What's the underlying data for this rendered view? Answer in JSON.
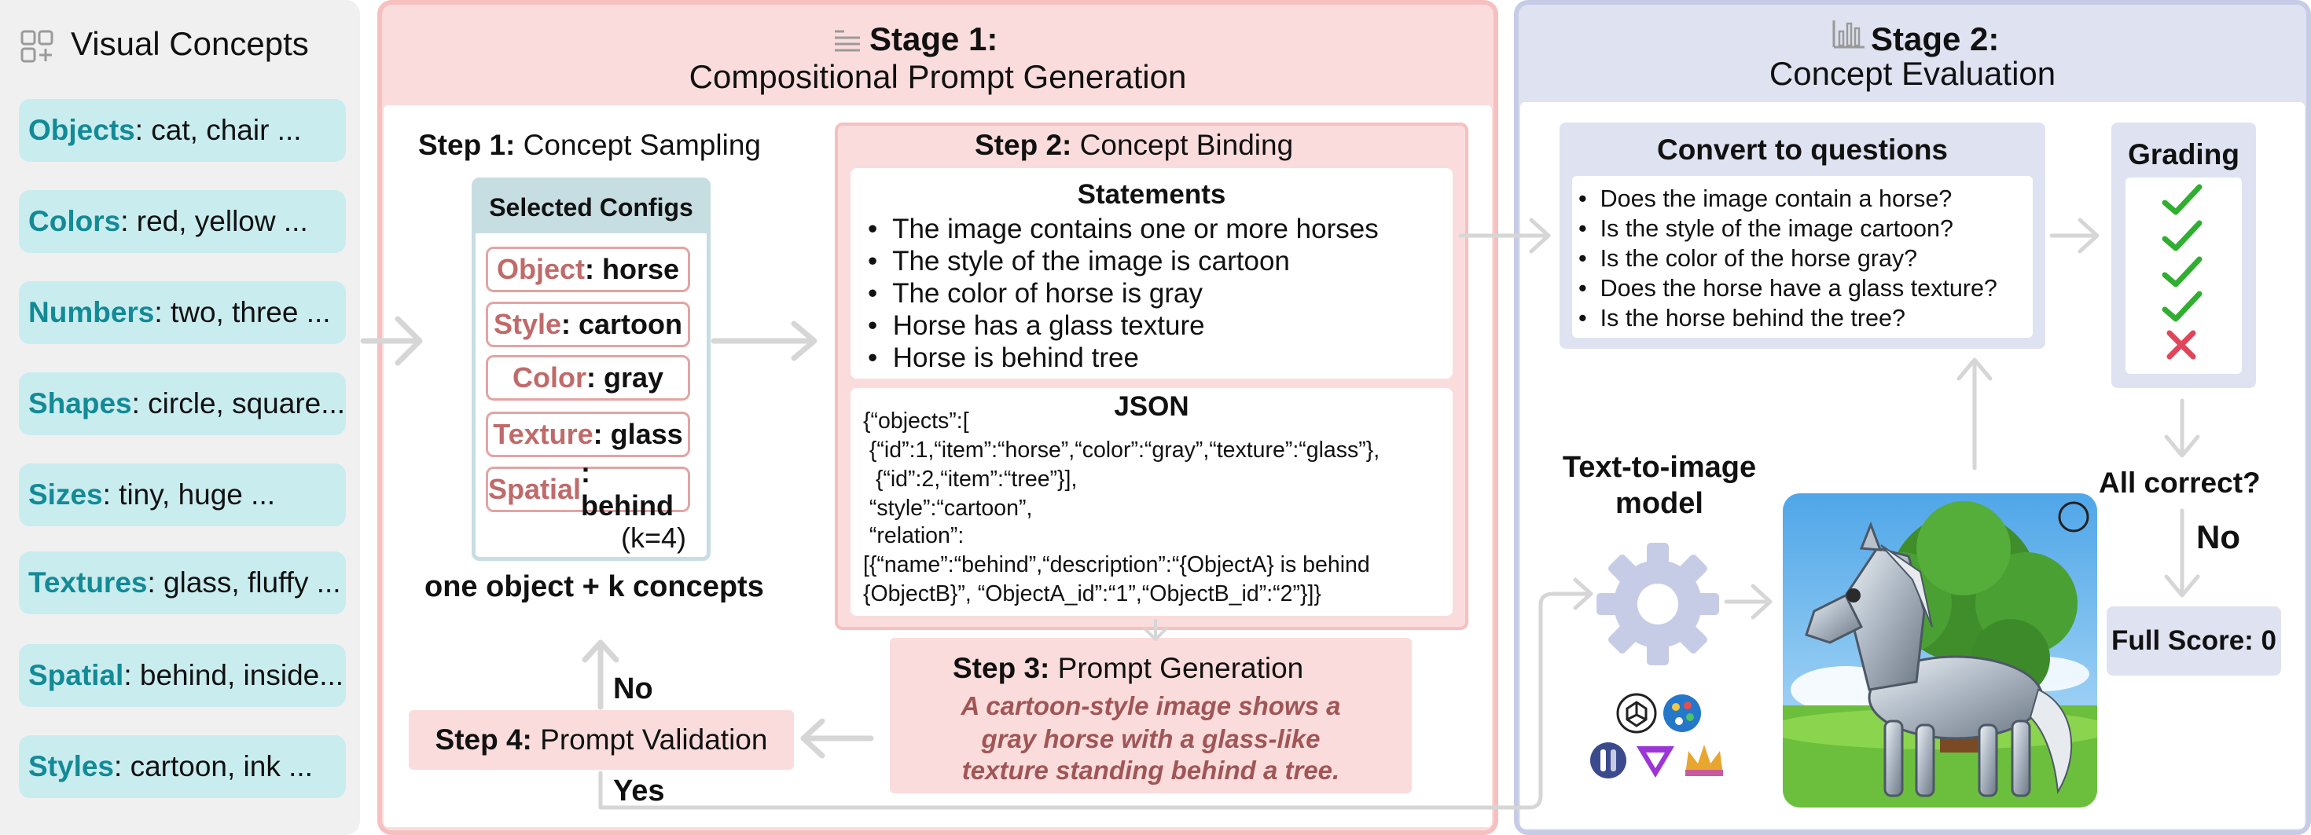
{
  "left_panel": {
    "title": "Visual Concepts",
    "chips": [
      {
        "key": "Objects",
        "value": ": cat, chair ..."
      },
      {
        "key": "Colors",
        "value": ": red, yellow ..."
      },
      {
        "key": "Numbers",
        "value": ": two, three ..."
      },
      {
        "key": "Shapes",
        "value": ": circle, square..."
      },
      {
        "key": "Sizes",
        "value": ": tiny, huge ..."
      },
      {
        "key": "Textures",
        "value": ": glass, fluffy ..."
      },
      {
        "key": "Spatial",
        "value": ": behind, inside..."
      },
      {
        "key": "Styles",
        "value": ": cartoon, ink ..."
      }
    ]
  },
  "stage1": {
    "label": "Stage 1:",
    "subtitle": "Compositional Prompt Generation",
    "step1": {
      "label": "Step 1:",
      "text": "Concept Sampling"
    },
    "configs": {
      "header": "Selected Configs",
      "items": [
        {
          "key": "Object",
          "value": ": horse"
        },
        {
          "key": "Style",
          "value": ": cartoon"
        },
        {
          "key": "Color",
          "value": ": gray"
        },
        {
          "key": "Texture",
          "value": ": glass"
        },
        {
          "key": "Spatial",
          "value": ": behind"
        }
      ],
      "k_note": "(k=4)"
    },
    "caption": "one object + k concepts",
    "step2": {
      "label": "Step 2:",
      "text": "Concept Binding"
    },
    "statements": {
      "header": "Statements",
      "items": [
        "The image contains one or more horses",
        "The style of the image is cartoon",
        "The color of horse is gray",
        "Horse has a glass texture",
        "Horse is behind tree"
      ]
    },
    "json": {
      "header": "JSON",
      "lines": [
        "{“objects”:[",
        " {“id”:1,“item”:“horse”,“color”:“gray”,“texture”:“glass”},",
        "  {“id”:2,“item”:“tree”}],",
        " “style”:“cartoon”,",
        " “relation”:",
        "[{“name”:“behind”,“description”:“{ObjectA} is behind",
        "{ObjectB}”, “ObjectA_id”:“1”,“ObjectB_id”:“2”}]}"
      ]
    },
    "step3": {
      "label": "Step 3:",
      "text": "Prompt Generation",
      "prompt_lines": [
        "A cartoon-style image shows a",
        "gray horse with a glass-like",
        "texture standing behind a tree."
      ]
    },
    "step4": {
      "label": "Step 4:",
      "text": "Prompt Validation"
    },
    "no_label": "No",
    "yes_label": "Yes"
  },
  "stage2": {
    "label": "Stage 2:",
    "subtitle": "Concept Evaluation",
    "questions": {
      "header": "Convert to questions",
      "items": [
        "Does the image contain a horse?",
        "Is the style of the image cartoon?",
        "Is the color of the horse gray?",
        "Does the horse have a glass texture?",
        "Is the horse behind the tree?"
      ]
    },
    "grading": {
      "header": "Grading",
      "results": [
        "check",
        "check",
        "check",
        "check",
        "cross"
      ]
    },
    "model_label_lines": [
      "Text-to-image",
      "model"
    ],
    "all_correct": "All correct?",
    "no_label": "No",
    "full_score": "Full Score: 0"
  },
  "colors": {
    "teal_key": "#138a96",
    "chip_bg": "#c9ecef",
    "stage1_bg": "#fbdcdc",
    "stage2_bg": "#dfe2f0",
    "config_key": "#c06a6a",
    "prompt_text": "#a05656",
    "check": "#2fae2f",
    "cross": "#e0455a"
  }
}
